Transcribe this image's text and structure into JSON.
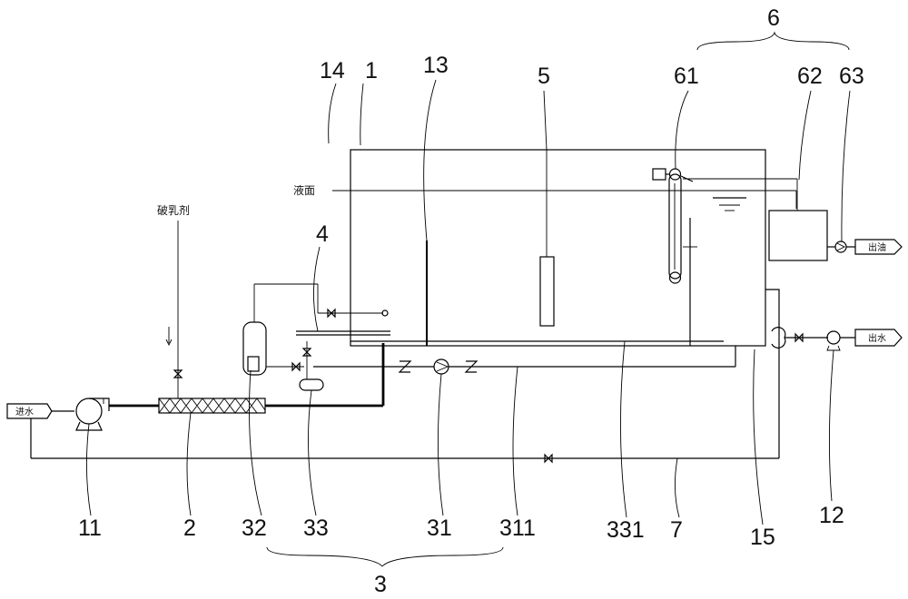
{
  "labels": {
    "liquid_level": "液面",
    "demulsifier": "破乳剂",
    "water_in": "进水",
    "water_out": "出水",
    "oil_out": "出油"
  },
  "part_numbers": {
    "n14": "14",
    "n1": "1",
    "n13": "13",
    "n5": "5",
    "n61": "61",
    "n62": "62",
    "n63": "63",
    "n6": "6",
    "n4": "4",
    "n11": "11",
    "n2": "2",
    "n32": "32",
    "n33": "33",
    "n31": "31",
    "n311": "311",
    "n331": "331",
    "n7": "7",
    "n15": "15",
    "n12": "12",
    "n3": "3"
  }
}
